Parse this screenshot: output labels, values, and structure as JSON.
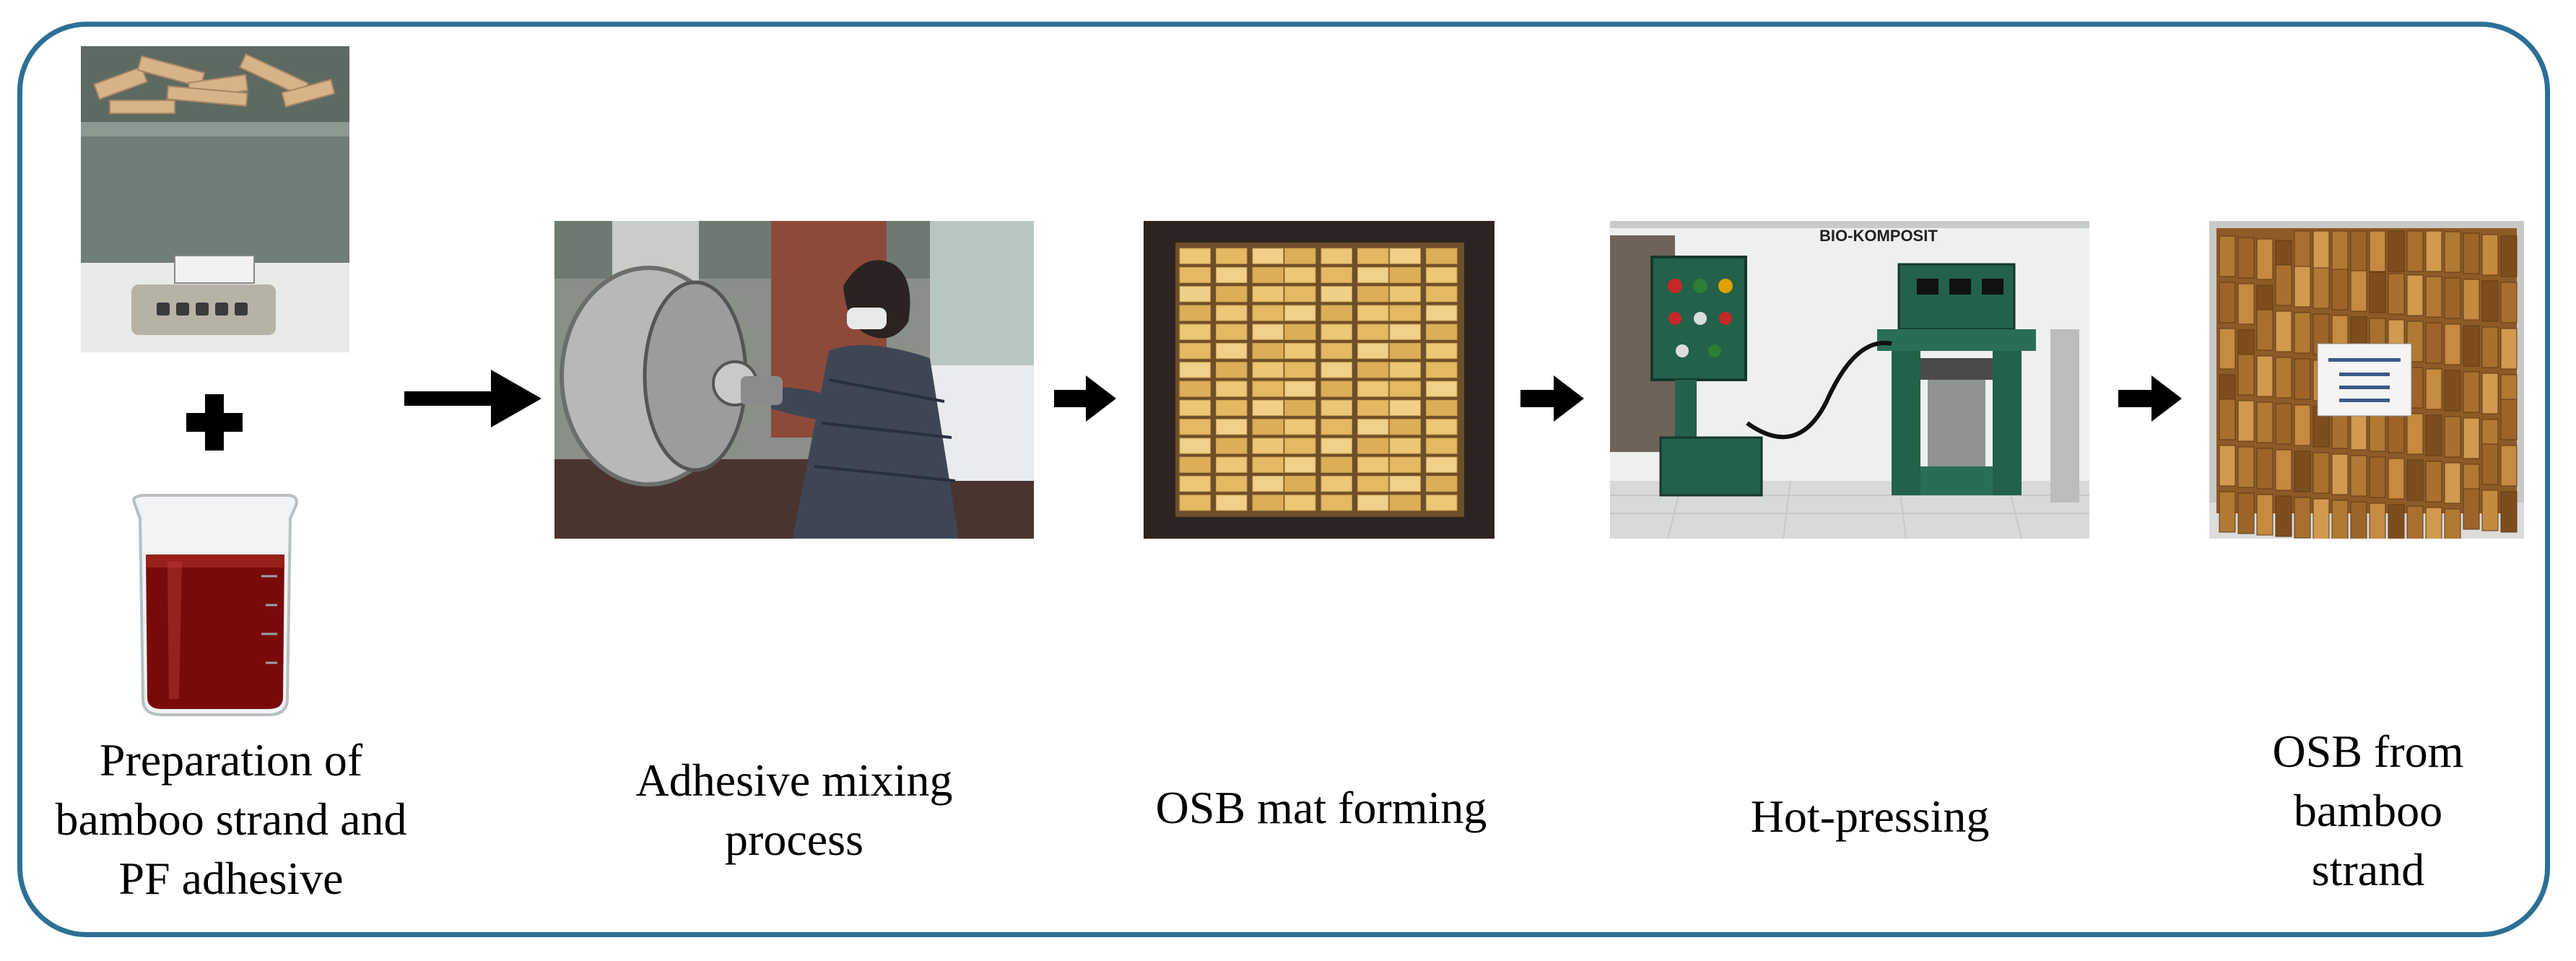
{
  "steps": [
    {
      "lines": [
        "Preparation of",
        "bamboo strand and",
        "PF adhesive"
      ]
    },
    {
      "lines": [
        "Adhesive mixing",
        "process"
      ]
    },
    {
      "lines": [
        "OSB mat forming"
      ]
    },
    {
      "lines": [
        "Hot-pressing"
      ]
    },
    {
      "lines": [
        "OSB from",
        "bamboo",
        "strand"
      ]
    }
  ],
  "photo_text": {
    "machine_sign": "BIO-KOMPOSIT"
  },
  "colors": {
    "frame": "#2e6f96",
    "arrow": "#000000",
    "adhesive": "#7a0a0a",
    "bamboo": "#e9c06a"
  }
}
